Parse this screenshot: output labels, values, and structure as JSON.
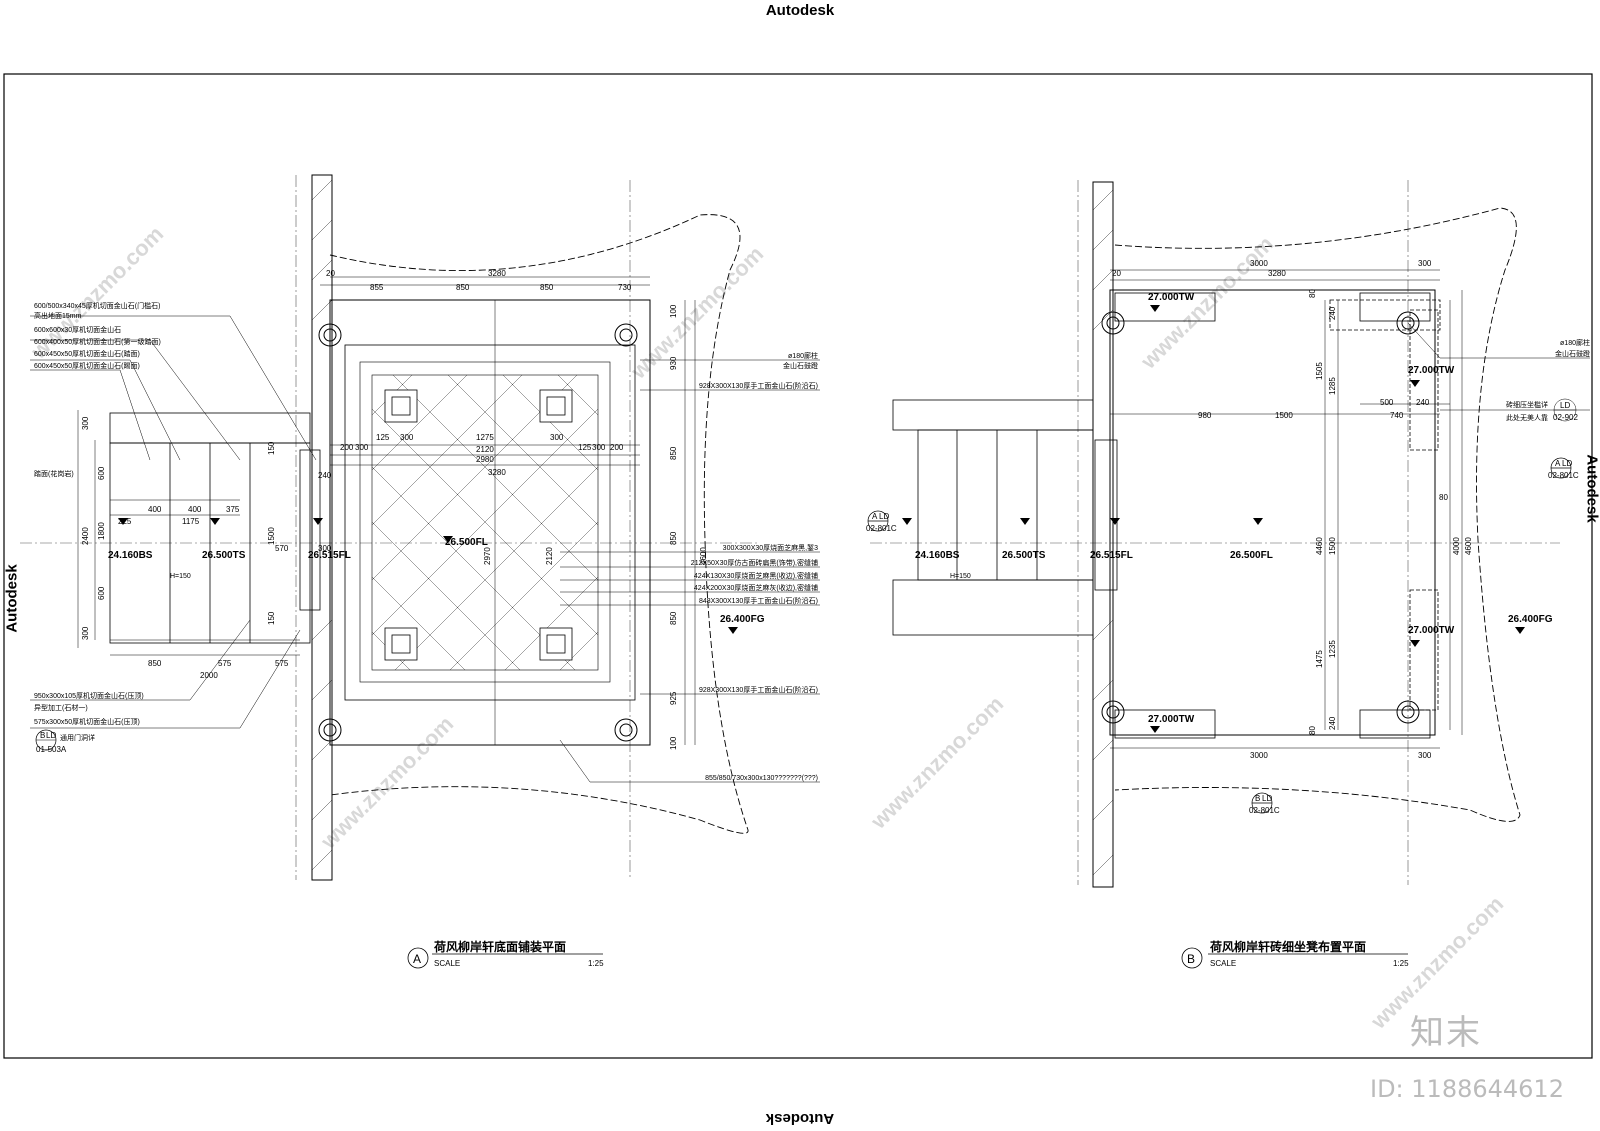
{
  "watermarks": {
    "top": "Autodesk",
    "bottom": "Autodesk",
    "left": "Autodesk",
    "right": "Autodesk"
  },
  "site_watermark": "www.znzmo.com",
  "stamp": "知末",
  "image_id": "ID: 1188644612",
  "plan_a": {
    "circle": "A",
    "title": "荷风柳岸轩底面铺装平面",
    "scale_label": "SCALE",
    "scale": "1:25",
    "top_dims": [
      "20",
      "855",
      "850",
      "850",
      "730"
    ],
    "total_dim": "3280",
    "inner_dims": [
      "200",
      "300",
      "125",
      "300",
      "1275",
      "300",
      "125",
      "300",
      "200"
    ],
    "mid_dims": [
      "2120",
      "2980",
      "3280"
    ],
    "right_dims": [
      "100",
      "930",
      "850",
      "850",
      "850",
      "925",
      "100"
    ],
    "right_total": "4600",
    "center_v": [
      "2970",
      "2120"
    ],
    "left_dims": [
      "400",
      "400",
      "375",
      "225",
      "1175",
      "850",
      "575",
      "575",
      "2000"
    ],
    "left_v": [
      "300",
      "600",
      "1800",
      "2400",
      "600",
      "300"
    ],
    "step_v": [
      "150",
      "1500",
      "150"
    ],
    "other_dims": [
      "570",
      "300",
      "240"
    ],
    "levels": [
      "24.160BS",
      "26.500TS",
      "26.515FL",
      "26.500FL",
      "26.400FG"
    ],
    "slope": "H=150",
    "notes_left": [
      "600/500x340x45厚机切面金山石(门槛石)",
      "高出地面15mm",
      "600x600x30厚机切面金山石",
      "600x400x50厚机切面金山石(第一级踏面)",
      "600x450x50厚机切面金山石(踏面)",
      "600x450x50厚机切面金山石(踢面)"
    ],
    "note_step": "踏面(花岗岩)",
    "notes_bottom_left": [
      "950x300x105厚机切面金山石(压顶)",
      "异型加工(石材一)",
      "575x300x50厚机切面金山石(压顶)"
    ],
    "ref_b": "B",
    "ref_ld": "LD",
    "ref_sheet": "01-503A",
    "ref_note": "通用门洞详",
    "notes_right": [
      "ø180廊柱",
      "金山石鼓蹬",
      "928X300X130厚手工面金山石(阶沿石)",
      "300X300X30厚烧面芝麻黑,錾3",
      "212X50X30厚仿古面砖扁黑(饰带),密缝铺",
      "424X130X30厚烧面芝麻黑(收边),密缝铺",
      "424X200X30厚烧面芝麻灰(收边),密缝铺",
      "848X300X130厚手工面金山石(阶沿石)",
      "928X300X130厚手工面金山石(阶沿石)",
      "855/850/730x300x130???????(???)"
    ]
  },
  "plan_b": {
    "circle": "B",
    "title": "荷风柳岸轩砖细坐凳布置平面",
    "scale_label": "SCALE",
    "scale": "1:25",
    "top_dims": [
      "3000",
      "300",
      "20",
      "3280"
    ],
    "bottom_dims": [
      "3000",
      "300"
    ],
    "right_v": [
      "4000",
      "4600"
    ],
    "inner_v": [
      "240",
      "1505",
      "1285",
      "4460",
      "1500",
      "1475",
      "1235",
      "240",
      "80",
      "80"
    ],
    "h_dims": [
      "980",
      "1500",
      "500",
      "740",
      "240",
      "80"
    ],
    "levels": [
      "27.000TW",
      "27.000TW",
      "27.000TW",
      "27.000TW",
      "24.160BS",
      "26.500TS",
      "26.515FL",
      "26.500FL",
      "26.400FG"
    ],
    "slope": "H=150",
    "notes_right": [
      "ø180廊柱",
      "金山石鼓蹬",
      "砖细压坐槛详",
      "此处无美人靠"
    ],
    "refs": [
      {
        "top": "A",
        "mid": "LD",
        "sheet": "02-801C"
      },
      {
        "top": "B",
        "mid": "LD",
        "sheet": "02-801C"
      },
      {
        "top": "A",
        "mid": "LD",
        "sheet": "02-801C"
      },
      {
        "top": "",
        "mid": "LD",
        "sheet": "02-902"
      }
    ]
  }
}
